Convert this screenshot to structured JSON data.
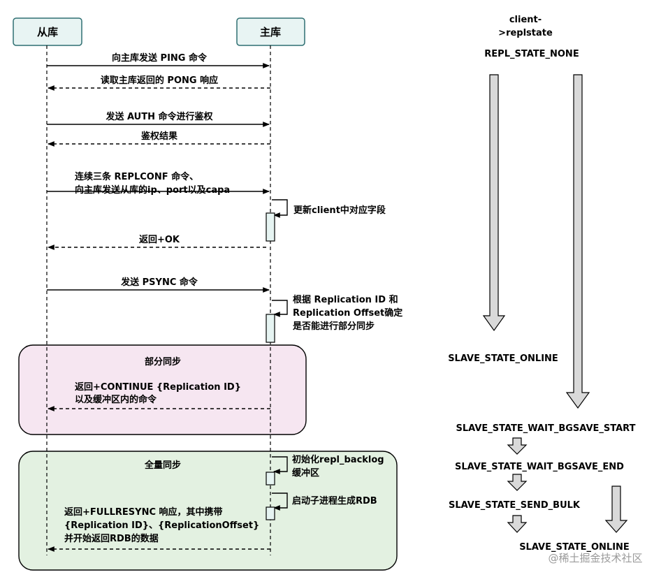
{
  "participants": {
    "slave": "从库",
    "master": "主库"
  },
  "messages": {
    "ping": "向主库发送 PING 命令",
    "pong": "读取主库返回的 PONG 响应",
    "auth": "发送 AUTH 命令进行鉴权",
    "auth_result": "鉴权结果",
    "replconf_line1": "连续三条 REPLCONF 命令、",
    "replconf_line2": "向主库发送从库的ip、port以及capa",
    "update_client": "更新client中对应字段",
    "ok": "返回+OK",
    "psync": "发送 PSYNC 命令",
    "decide_line1": "根据 Replication ID 和",
    "decide_line2": "Replication Offset确定",
    "decide_line3": "是否能进行部分同步"
  },
  "partial_sync": {
    "title": "部分同步",
    "reply_line1": "返回+CONTINUE {Replication ID}",
    "reply_line2": "以及缓冲区内的命令"
  },
  "full_sync": {
    "title": "全量同步",
    "init_line1": "初始化repl_backlog",
    "init_line2": "缓冲区",
    "start_child": "启动子进程生成RDB",
    "reply_line1": "返回+FULLRESYNC 响应，其中携带",
    "reply_line2": "{Replication ID}、{ReplicationOffset}",
    "reply_line3": "并开始返回RDB的数据"
  },
  "states": {
    "header_line1": "client-",
    "header_line2": ">replstate",
    "none": "REPL_STATE_NONE",
    "online_partial": "SLAVE_STATE_ONLINE",
    "wait_bgsave_start": "SLAVE_STATE_WAIT_BGSAVE_START",
    "wait_bgsave_end": "SLAVE_STATE_WAIT_BGSAVE_END",
    "send_bulk": "SLAVE_STATE_SEND_BULK",
    "online_full": "SLAVE_STATE_ONLINE"
  },
  "watermark": "@稀土掘金技术社区",
  "colors": {
    "participant_fill": "#e8f4f3",
    "participant_stroke": "#2f6f72",
    "partial_fill": "#f6e6f1",
    "full_fill": "#e3f1e1",
    "activation_fill": "#e6f4f2",
    "arrow_fill": "#d9d9d9",
    "line": "#000000",
    "watermark": "#9a9a9a"
  }
}
